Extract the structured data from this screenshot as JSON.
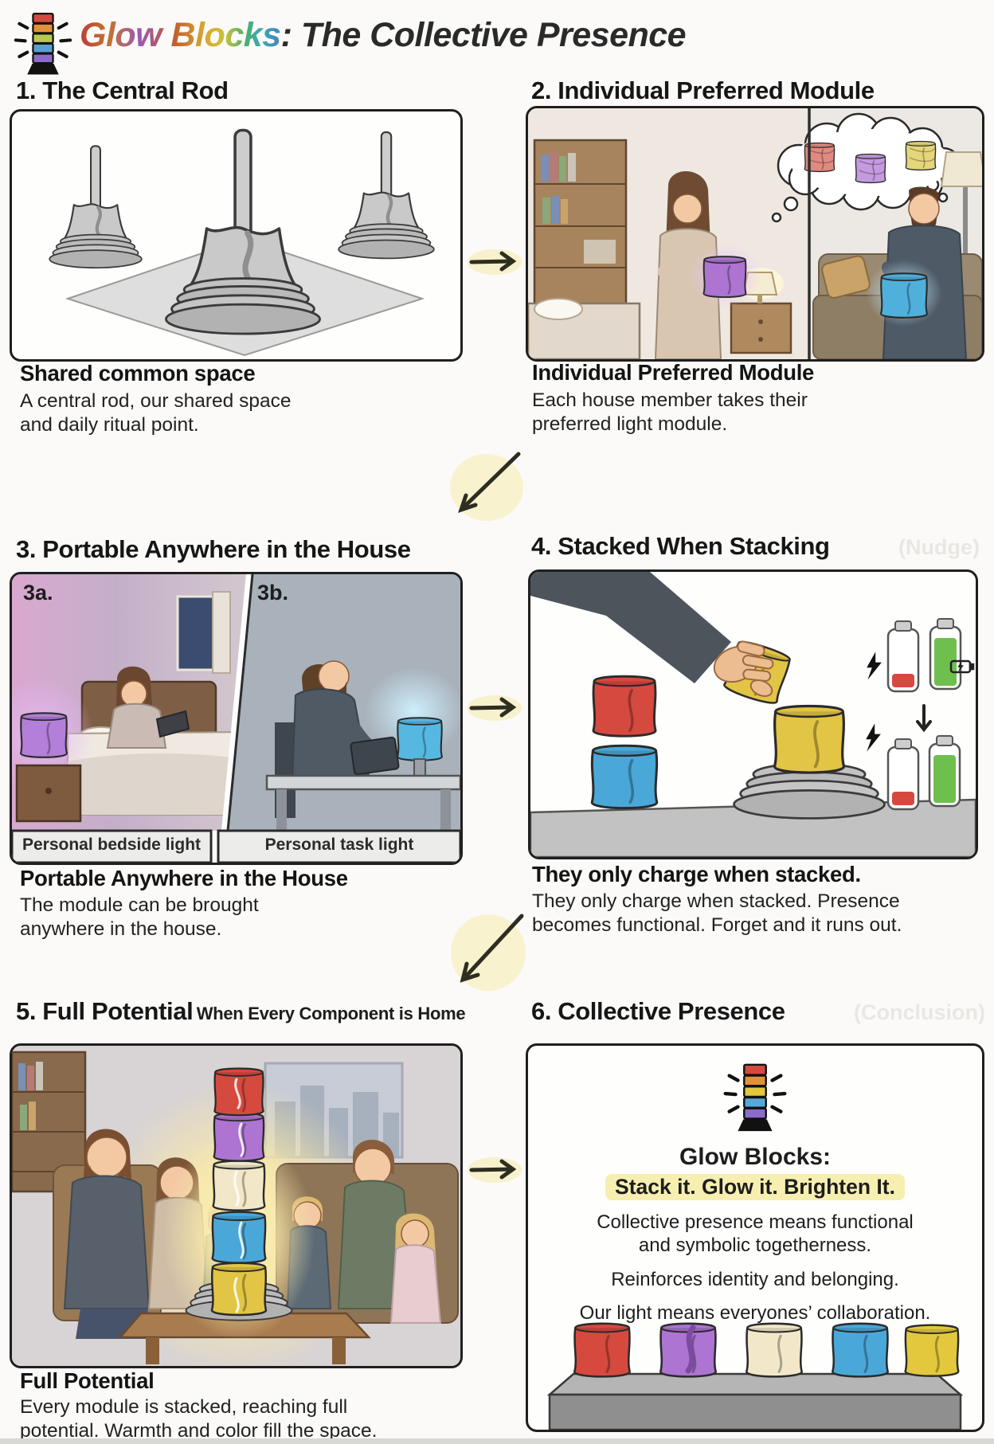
{
  "header": {
    "brand": "Glow Blocks",
    "title_rest": ": The Collective Presence",
    "logo_icon": "glow-blocks-stacked-tower-icon"
  },
  "panels": {
    "p1": {
      "heading": "1. The Central Rod",
      "caption": "Shared common space",
      "body": "A central rod, our shared space and daily ritual point.",
      "illustration": "three gray pedestal bases with central rods, large one on a diamond mat"
    },
    "p2": {
      "heading": "2. Individual Preferred Module",
      "caption": "Individual Preferred Module",
      "body": "Each house member takes their preferred light module.",
      "illustration": "woman holding purple module, man holding blue module, thought bubble with red, purple and yellow modules"
    },
    "p3": {
      "heading": "3. Portable Anywhere in the House",
      "label_a": "3a.",
      "label_b": "3b.",
      "strip_a": "Personal bedside light",
      "strip_b": "Personal task light",
      "caption": "Portable Anywhere in the House",
      "body": "The module can be brought anywhere in the house."
    },
    "p4": {
      "heading": "4. Stacked When Stacking",
      "watermark": "(Nudge)",
      "caption": "They only charge when stacked.",
      "body": "They only charge when stacked. Presence becomes functional. Forget and it runs out.",
      "illustration": "hand stacking yellow module, red on blue stack, low red battery and full green battery with charge icons"
    },
    "p5": {
      "heading": "5. Full Potential",
      "heading_note": "When Every Component is Home",
      "caption": "Full Potential",
      "body": "Every module is stacked, reaching full potential. Warmth and color fill the space.",
      "illustration": "family gathered around glowing stacked tower on coffee table"
    },
    "p6": {
      "heading": "6. Collective Presence",
      "watermark": "(Conclusion)",
      "brand": "Glow Blocks:",
      "tagline": "Stack it. Glow it. Brighten It.",
      "line1": "Collective presence means functional and symbolic togetherness.",
      "line2": "Reinforces identity and belonging.",
      "line3": "Our light means everyones’ collaboration.",
      "illustration": "five modules (red, purple, cream, blue, yellow) on gray shelf"
    }
  },
  "colors": {
    "module_red": "#d6493f",
    "module_blue": "#4aa8d8",
    "module_yellow": "#e2c544",
    "module_purple": "#ad74d2",
    "module_cream": "#f2e8c9",
    "battery_green": "#6fbf4e",
    "battery_red": "#d6493f",
    "highlight_yellow": "#f7efb0",
    "base_gray": "#b5b5b5",
    "ink": "#1d1d1d"
  }
}
